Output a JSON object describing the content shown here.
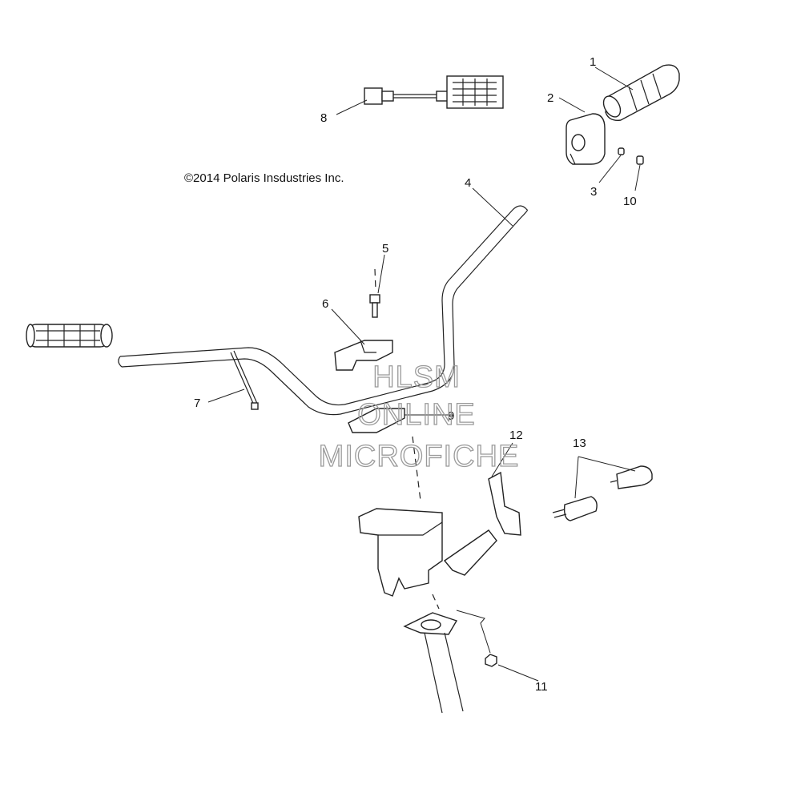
{
  "copyright": "©2014 Polaris Insdustries Inc.",
  "watermark": [
    "HLSM",
    "ONLINE",
    "MICROFICHE"
  ],
  "callouts": {
    "c1": "1",
    "c2": "2",
    "c3": "3",
    "c4": "4",
    "c5": "5",
    "c6": "6",
    "c7": "7",
    "c8": "8",
    "c9": "9",
    "c10": "10",
    "c11": "11",
    "c12": "12",
    "c13": "13"
  },
  "colors": {
    "line": "#222222",
    "watermark": "#9a9a9a",
    "background": "#ffffff"
  }
}
